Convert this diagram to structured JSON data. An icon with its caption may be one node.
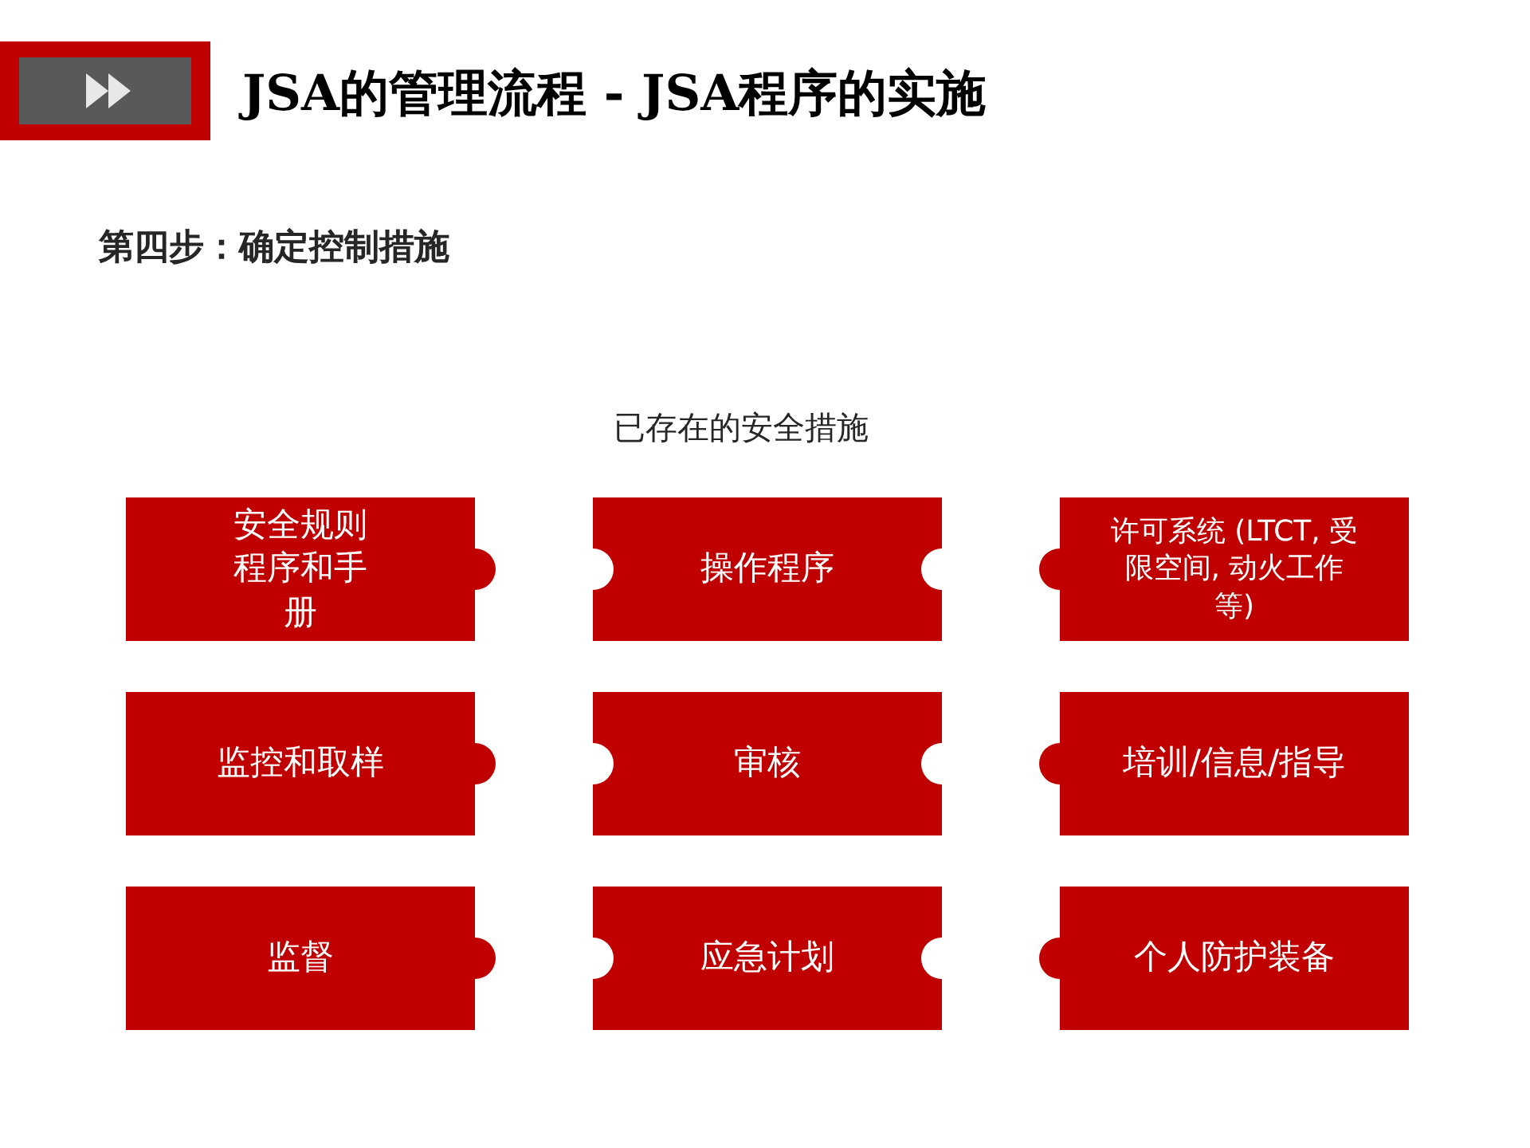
{
  "diagram": {
    "title": "JSA的管理流程 - JSA程序的实施",
    "nodes": [
      {
        "text": [
          "安全规则程序和手册"
        ]
      },
      {
        "text": [
          "操作程序"
        ]
      },
      {
        "text": [
          "许可系统 (LTCT, 受限空间, 动火工作等)"
        ]
      },
      {
        "text": [
          "监控和取样"
        ]
      },
      {
        "text": [
          "审核"
        ]
      },
      {
        "text": [
          "培训/信息/指导"
        ]
      },
      {
        "text": [
          "监督"
        ]
      },
      {
        "text": [
          "应急计划"
        ]
      },
      {
        "text": [
          "个人防护装备"
        ]
      }
    ],
    "edges": [],
    "labels": [
      "第四步：确定控制措施",
      "已存在的安全措施"
    ]
  }
}
